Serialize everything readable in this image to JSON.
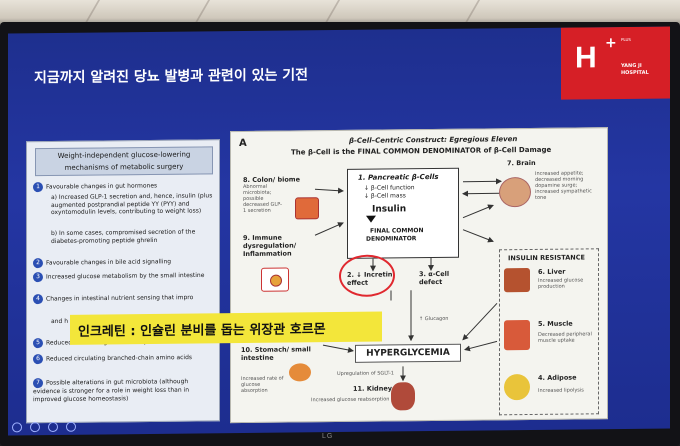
{
  "slide": {
    "title": "지금까지 알려진 당뇨 발병과 관련이 있는 기전"
  },
  "logo": {
    "letter": "H",
    "plus": "+",
    "sub": "PLUS",
    "name_line1": "YANG JI",
    "name_line2": "HOSPITAL",
    "color": "#d61f26"
  },
  "left_panel": {
    "header_line1": "Weight-independent glucose-lowering",
    "header_line2": "mechanisms of metabolic surgery",
    "items": [
      {
        "num": "1",
        "text": "Favourable changes in gut hormones"
      },
      {
        "num": "2",
        "text": "Favourable changes in bile acid signalling"
      },
      {
        "num": "3",
        "text": "Increased glucose metabolism by the small intestine"
      },
      {
        "num": "4",
        "text": "Changes in intestinal nutrient sensing that impro"
      },
      {
        "num": "5",
        "text": "Reduced intestinal glucose transport via SGLT-1"
      },
      {
        "num": "6",
        "text": "Reduced circulating branched-chain amino acids"
      },
      {
        "num": "7",
        "text": "Possible alterations in gut microbiota (although evidence is stronger for a role in weight loss than in improved glucose homeostasis)"
      }
    ],
    "item1_sub_a": "a) Increased GLP-1 secretion and, hence, insulin (plus augmented postprandial peptide YY (PYY) and oxyntomodulin levels, contributing to weight loss)",
    "item1_sub_b": "b) In some cases, compromised secretion of the diabetes-promoting peptide ghrelin",
    "item4_tail": "and h"
  },
  "right_panel": {
    "label": "A",
    "title_line1": "β-Cell–Centric Construct: Egregious Eleven",
    "title_line2": "The β-Cell is the FINAL COMMON DENOMINATOR of β-Cell Damage",
    "central": {
      "title": "1. Pancreatic β-Cells",
      "line1": "↓ β-Cell function",
      "line2": "↓ β-Cell mass",
      "insulin": "Insulin",
      "final1": "FINAL COMMON",
      "final2": "DENOMINATOR"
    },
    "colon": {
      "title": "8. Colon/ biome",
      "text": "Abnormal microbiota; possible decreased GLP-1 secretion"
    },
    "immune": {
      "title": "9. Immune dysregulation/ Inflammation"
    },
    "incretin": {
      "title": "2. ↓ Incretin effect"
    },
    "alpha": {
      "title": "3. α-Cell defect"
    },
    "glucagon": "↑ Glucagon",
    "brain": {
      "title": "7. Brain",
      "text": "Increased appetite; decreased morning dopamine surge; increased sympathetic tone"
    },
    "insulin_resistance": "INSULIN RESISTANCE",
    "liver": {
      "title": "6. Liver",
      "text": "Increased glucose production"
    },
    "muscle": {
      "title": "5. Muscle",
      "text": "Decreased peripheral muscle uptake"
    },
    "adipose": {
      "title": "4. Adipose",
      "text": "Increased lipolysis"
    },
    "stomach": {
      "title": "10. Stomach/ small intestine",
      "text": "Increased rate of glucose absorption"
    },
    "hyper": "HYPERGLYCEMIA",
    "sglt": "Upregulation of SGLT-1",
    "kidney": {
      "title": "11. Kidney",
      "text": "Increased glucose reabsorption"
    }
  },
  "subtitle": "인크레틴 : 인슐린 분비를 돕는 위장관 호르몬",
  "tv_brand": "LG"
}
